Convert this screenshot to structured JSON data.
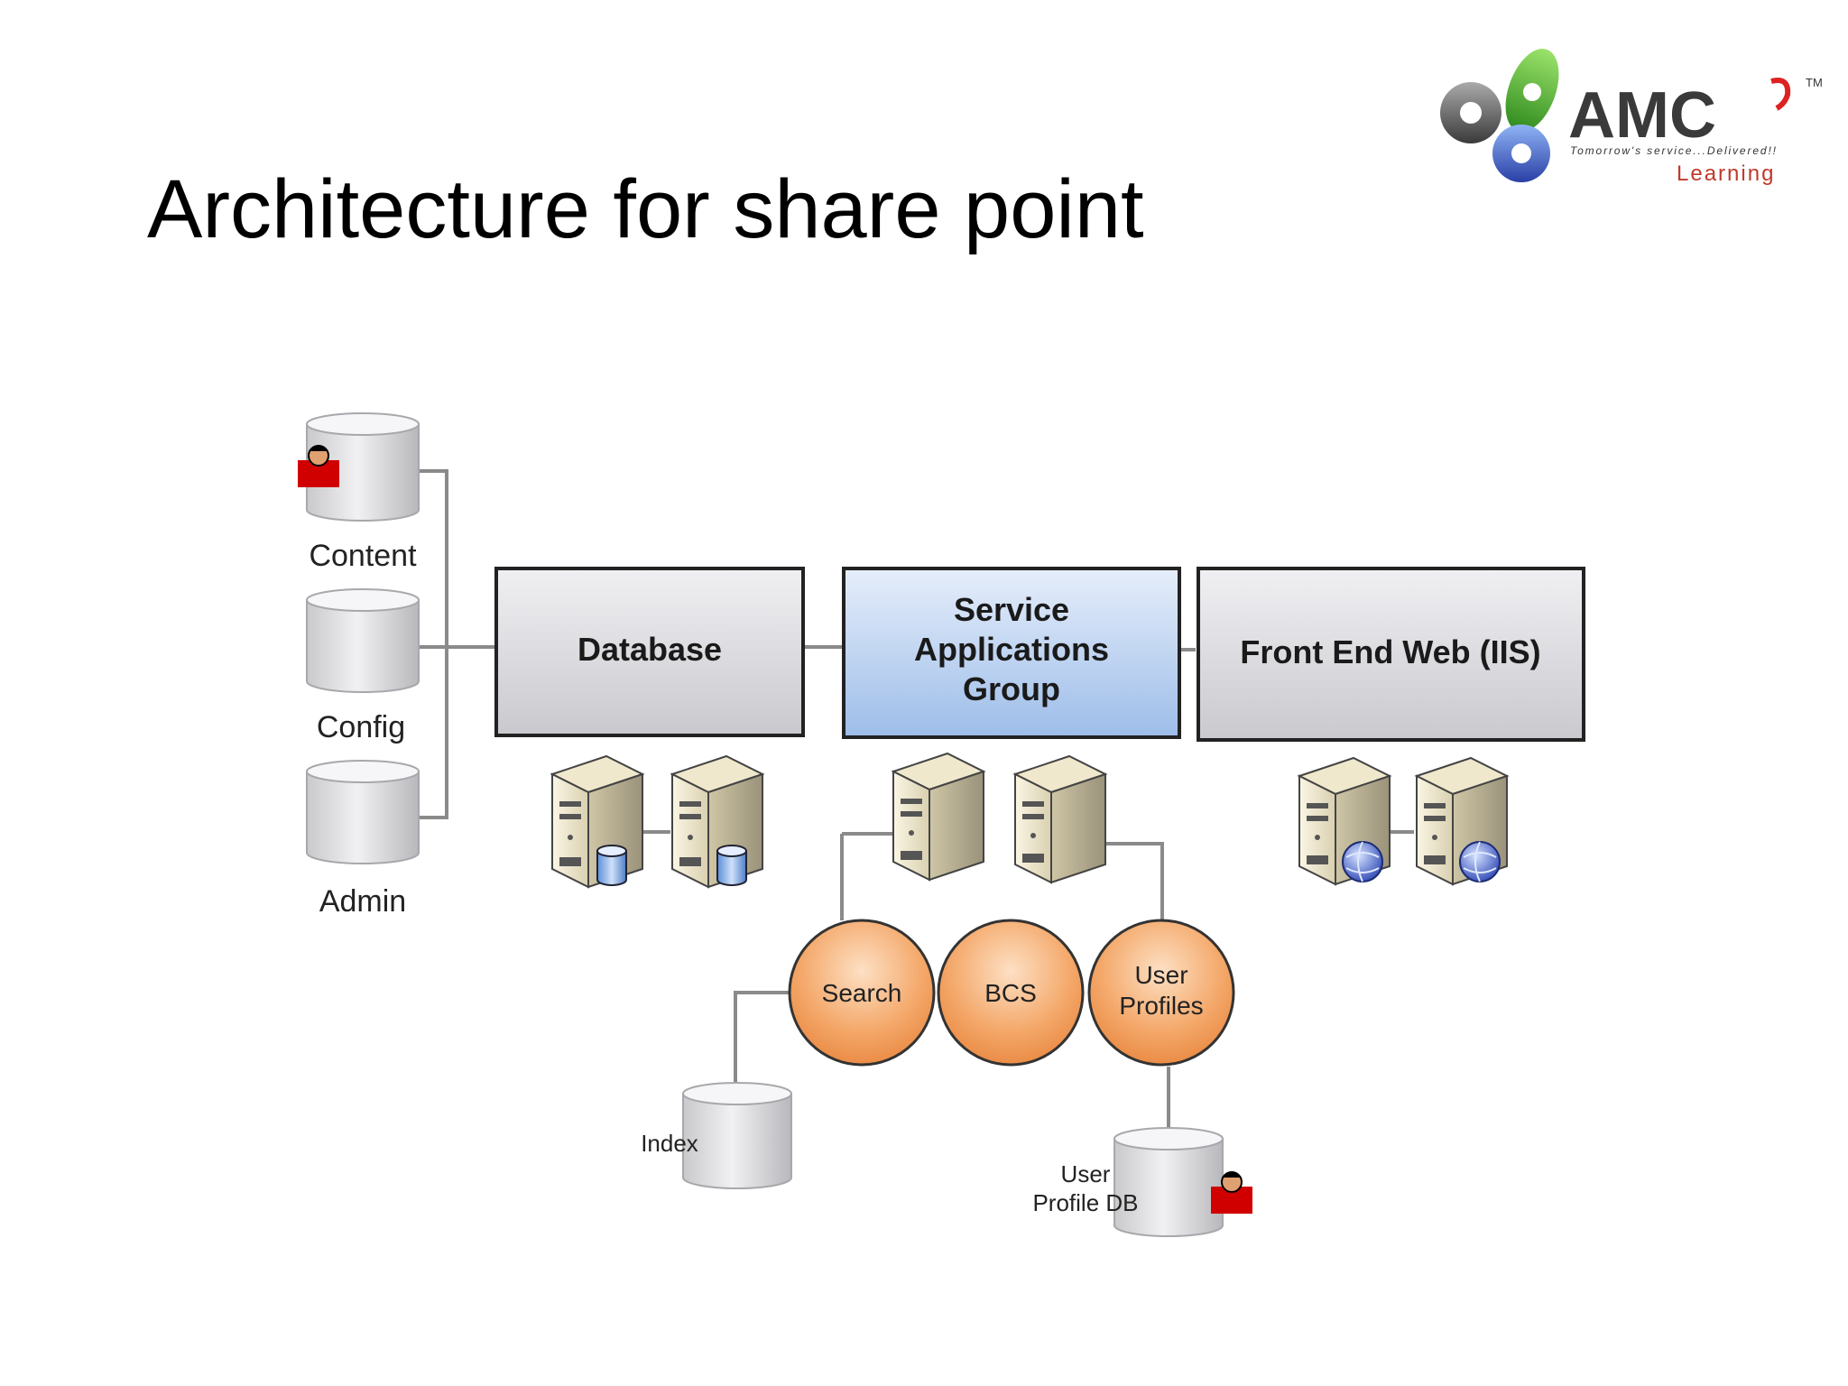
{
  "slide": {
    "title": "Architecture for share point"
  },
  "logo": {
    "brand": "AMC",
    "tagline": "Tomorrow's service...Delivered!!",
    "subtitle": "Learning",
    "trademark": "TM",
    "icon": "gears-icon"
  },
  "diagram": {
    "databases": {
      "content": "Content",
      "config": "Config",
      "admin": "Admin",
      "index": "Index",
      "user_profile_db_line1": "User",
      "user_profile_db_line2": "Profile DB"
    },
    "tiers": {
      "database": "Database",
      "service_line1": "Service",
      "service_line2": "Applications",
      "service_line3": "Group",
      "frontend": "Front End Web (IIS)"
    },
    "services": {
      "search": "Search",
      "bcs": "BCS",
      "user_profiles_line1": "User",
      "user_profiles_line2": "Profiles"
    }
  },
  "colors": {
    "tier_box": "#d9d9de",
    "service_box": "#a9c6ec",
    "service_circle": "#f3a467",
    "connector": "#8a8a8a",
    "user_icon": "#d10000"
  }
}
